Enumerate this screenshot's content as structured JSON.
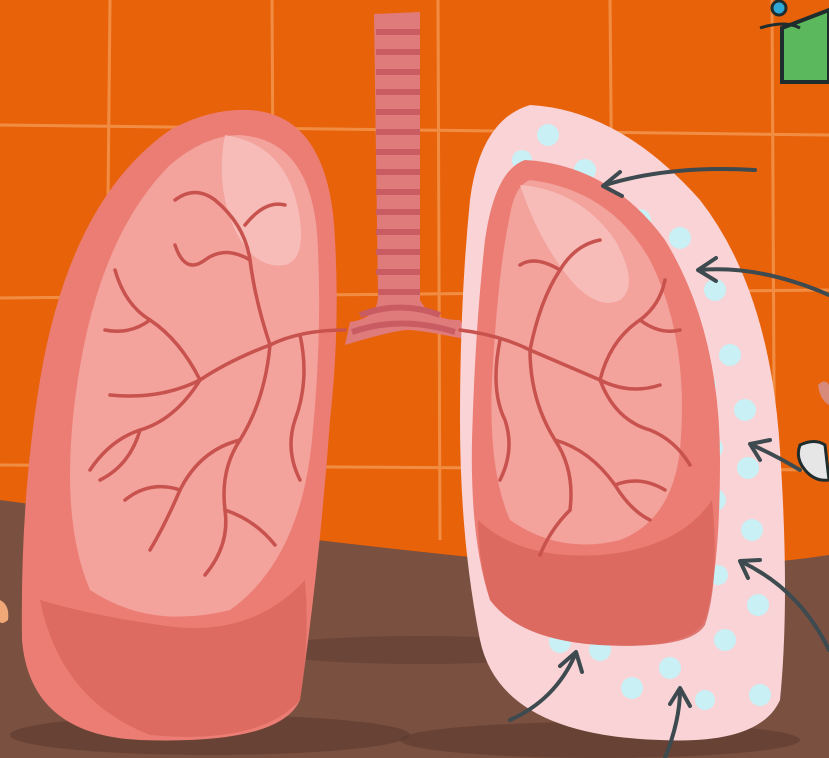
{
  "scene": {
    "subject": "lungs-pleura-illustration",
    "colors": {
      "background": "#e8620a",
      "grid_lines": "#f5a05c",
      "floor": "#7a5040",
      "lung_base": "#ec7d74",
      "lung_highlight": "#f4a8a3",
      "lung_shadow": "#d9665e",
      "veins": "#c8524d",
      "trachea": "#e07b7b",
      "trachea_stripes": "#c95c63",
      "pleura": "#f9d3d6",
      "pleural_fluid_dots": "#c8f0f5",
      "arrows": "#3d4a4f",
      "corner_figure": "#5cb85c"
    },
    "icons": [
      "lungs-illustration",
      "trachea-illustration",
      "pleura-membrane",
      "pointer-arrow",
      "corner-figure"
    ]
  }
}
